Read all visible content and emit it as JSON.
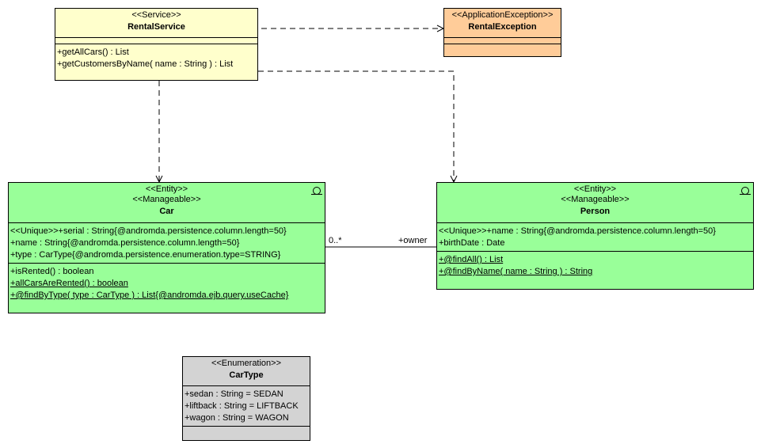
{
  "colors": {
    "service": "#ffffcc",
    "exception": "#ffcc99",
    "entity": "#99ff99",
    "enumeration": "#d3d3d3"
  },
  "classes": {
    "rental_service": {
      "stereotype": "<<Service>>",
      "name": "RentalService",
      "operations": [
        "+getAllCars() : List",
        "+getCustomersByName( name : String ) : List"
      ]
    },
    "rental_exception": {
      "stereotype": "<<ApplicationException>>",
      "name": "RentalException"
    },
    "car": {
      "stereotypes": [
        "<<Entity>>",
        "<<Manageable>>"
      ],
      "name": "Car",
      "icon": "entity-icon",
      "attributes": [
        "<<Unique>>+serial : String{@andromda.persistence.column.length=50}",
        "+name : String{@andromda.persistence.column.length=50}",
        "+type : CarType{@andromda.persistence.enumeration.type=STRING}"
      ],
      "operations": [
        "+isRented() : boolean",
        "+allCarsAreRented() : boolean",
        "+@findByType( type : CarType ) : List{@andromda.ejb.query.useCache}"
      ]
    },
    "person": {
      "stereotypes": [
        "<<Entity>>",
        "<<Manageable>>"
      ],
      "name": "Person",
      "icon": "entity-icon",
      "attributes": [
        "<<Unique>>+name : String{@andromda.persistence.column.length=50}",
        "+birthDate : Date"
      ],
      "operations": [
        "+@findAll() : List",
        "+@findByName( name : String ) : String"
      ]
    },
    "car_type": {
      "stereotype": "<<Enumeration>>",
      "name": "CarType",
      "literals": [
        "+sedan : String = SEDAN",
        "+liftback : String = LIFTBACK",
        "+wagon : String = WAGON"
      ]
    }
  },
  "association": {
    "car_end": "0..*",
    "person_end": "+owner"
  }
}
